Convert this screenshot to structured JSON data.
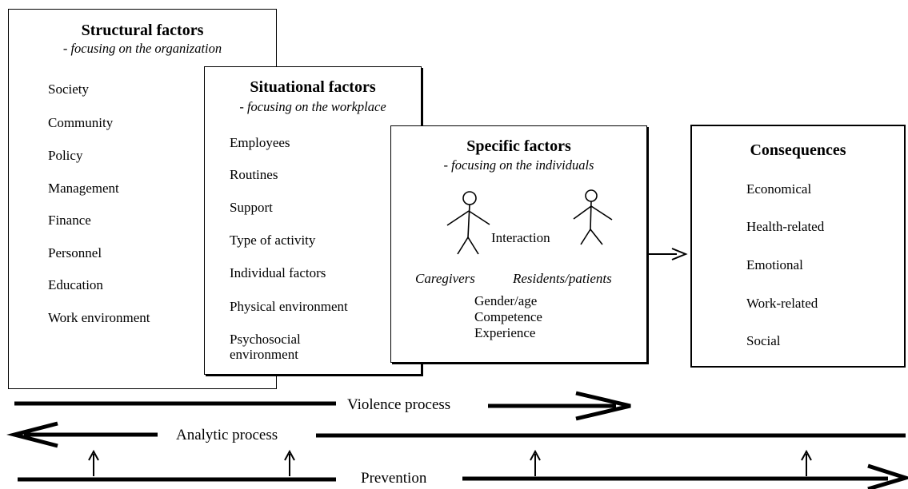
{
  "structural": {
    "title": "Structural factors",
    "subtitle": "- focusing on the organization",
    "items": [
      "Society",
      "Community",
      "Policy",
      "Management",
      "Finance",
      "Personnel",
      "Education",
      "Work environment"
    ]
  },
  "situational": {
    "title": "Situational factors",
    "subtitle": "- focusing on the workplace",
    "items": [
      "Employees",
      "Routines",
      "Support",
      "Type of activity",
      "Individual factors",
      "Physical environment",
      "Psychosocial",
      "environment"
    ]
  },
  "specific": {
    "title": "Specific factors",
    "subtitle": "- focusing on the individuals",
    "interaction": "Interaction",
    "caregivers": "Caregivers",
    "residents": "Residents/patients",
    "traits": [
      "Gender/age",
      "Competence",
      "Experience"
    ]
  },
  "consequences": {
    "title": "Consequences",
    "items": [
      "Economical",
      "Health-related",
      "Emotional",
      "Work-related",
      "Social"
    ]
  },
  "processes": {
    "violence": "Violence process",
    "analytic": "Analytic process",
    "prevention": "Prevention"
  }
}
